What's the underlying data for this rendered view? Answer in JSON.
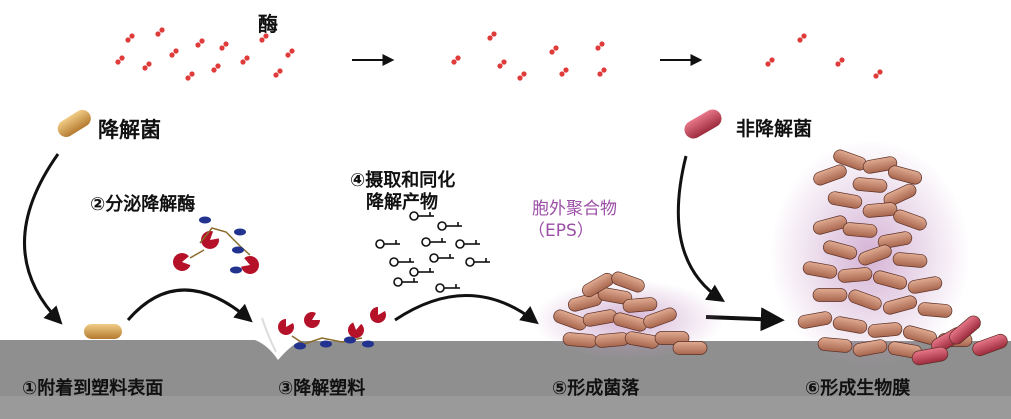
{
  "labels": {
    "enzyme": "酶",
    "degrading_bacteria": "降解菌",
    "non_degrading_bacteria": "非降解菌",
    "secrete": "②分泌降解酶",
    "uptake_line1": "④摄取和同化",
    "uptake_line2": "降解产物",
    "eps_line1": "胞外聚合物",
    "eps_line2": "（EPS）",
    "step1": "①附着到塑料表面",
    "step3": "③降解塑料",
    "step5": "⑤形成菌落",
    "step6": "⑥形成生物膜"
  },
  "colors": {
    "enzyme_dot": "#e03b3b",
    "degrader_cell": "#d9a55a",
    "non_degrader_cell": "#c8485a",
    "colony_cell": "#c98b73",
    "eps": "#c79ac7",
    "plastic": "#8f8f8f",
    "arrow": "#111111"
  }
}
